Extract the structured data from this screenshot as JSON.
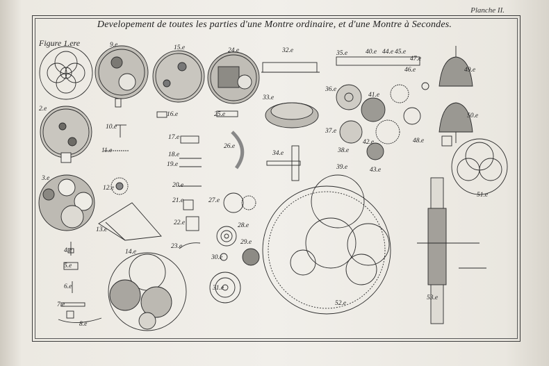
{
  "header": {
    "planche": "Planche II.",
    "title": "Developement de toutes les parties d'une Montre ordinaire, et d'une Montre à Secondes."
  },
  "figure_first_label": "Figure 1.ere",
  "figures": {
    "f2": "2.e",
    "f3": "3.e",
    "f4": "4.e",
    "f5": "5.e",
    "f6": "6.e",
    "f7": "7.e",
    "f8": "8.e",
    "f9": "9.e",
    "f10": "10.e",
    "f11": "11.e",
    "f12": "12.e",
    "f13": "13.e",
    "f14": "14.e",
    "f15": "15.e",
    "f16": "16.e",
    "f17": "17.e",
    "f18": "18.e",
    "f19": "19.e",
    "f20": "20.e",
    "f21": "21.e",
    "f22": "22.e",
    "f23": "23.e",
    "f24": "24.e",
    "f25": "25.e",
    "f26": "26.e",
    "f27": "27.e",
    "f28": "28.e",
    "f29": "29.e",
    "f30": "30.e",
    "f31": "31.e",
    "f32": "32.e",
    "f33": "33.e",
    "f34": "34.e",
    "f35": "35.e",
    "f36": "36.e",
    "f37": "37.e",
    "f38": "38.e",
    "f39": "39.e",
    "f40": "40.e",
    "f41": "41.e",
    "f42": "42.e",
    "f43": "43.e",
    "f44": "44.e",
    "f45": "45.e",
    "f46": "46.e",
    "f47": "47.e",
    "f48": "48.e",
    "f49": "49.e",
    "f50": "50.e",
    "f51": "51.e",
    "f52": "52.e",
    "f53": "53.e"
  },
  "colors": {
    "ink": "#2a2a2a",
    "paper": "#f1efea",
    "shade": "#8a8a88"
  }
}
